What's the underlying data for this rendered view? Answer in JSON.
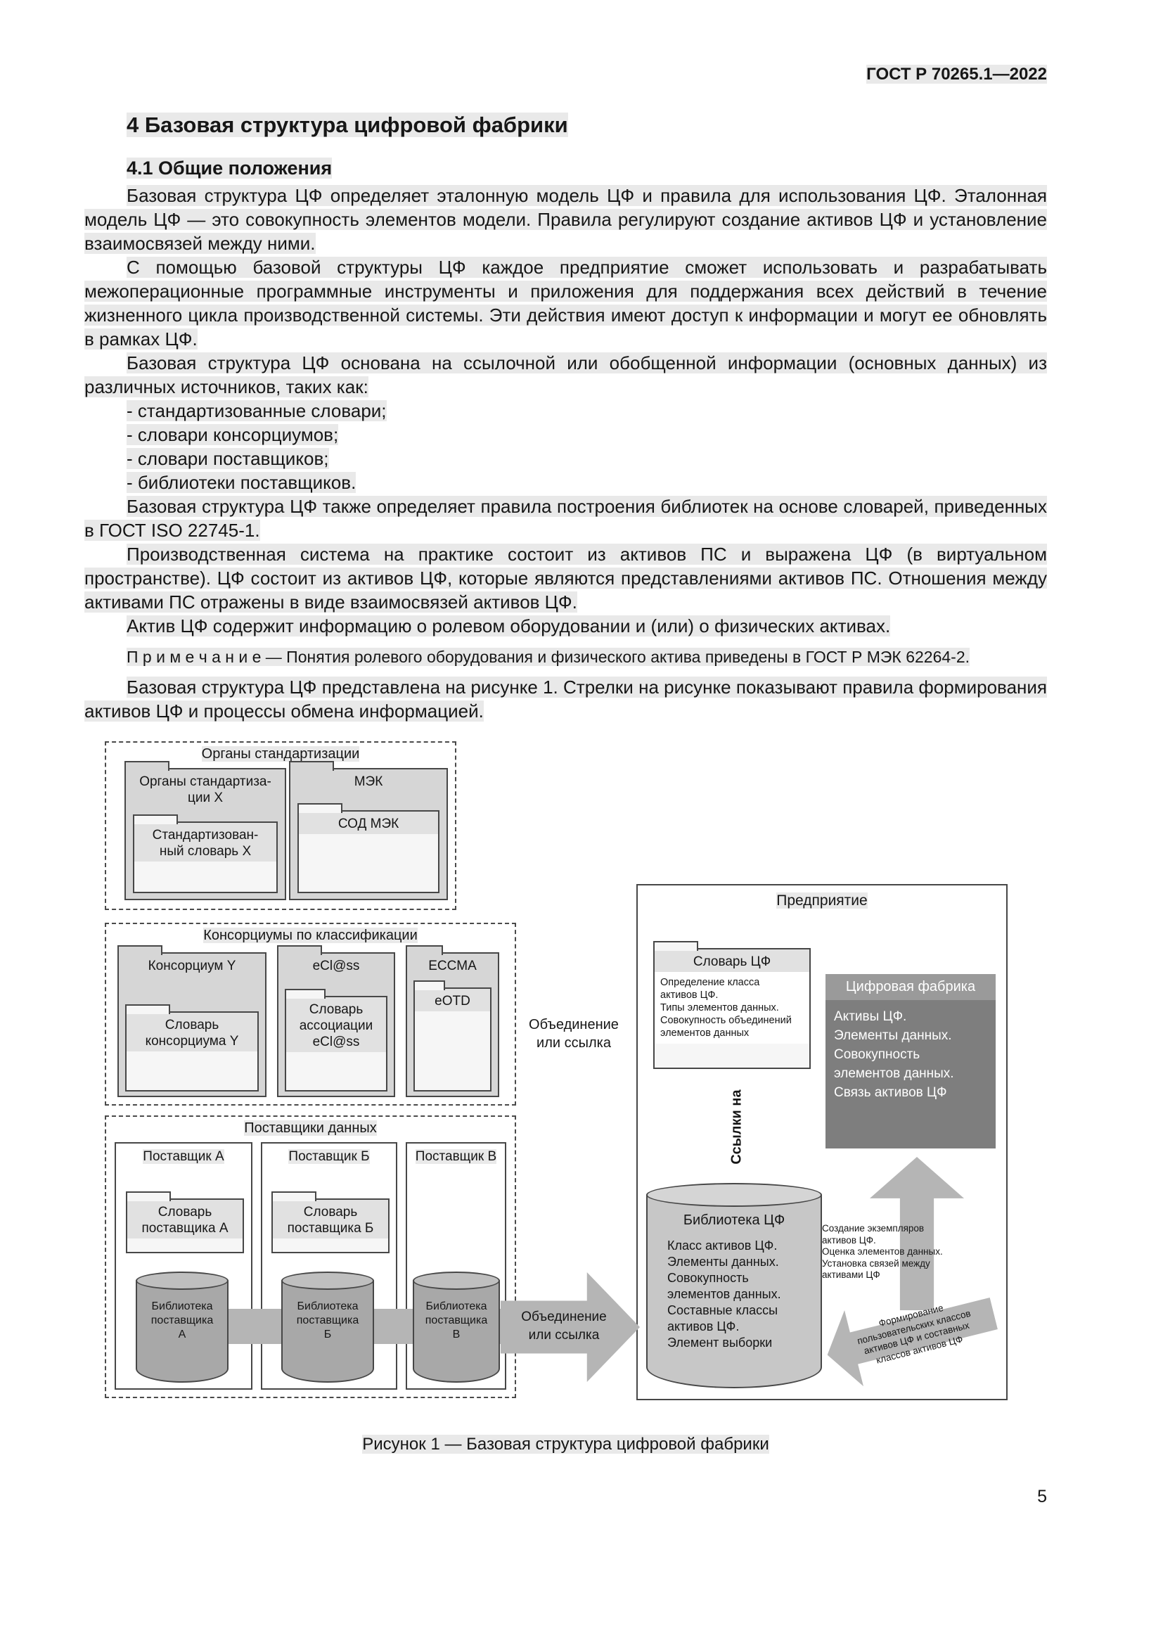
{
  "page": {
    "header": "ГОСТ Р 70265.1—2022",
    "number": "5"
  },
  "doc": {
    "section_title": "4  Базовая структура цифровой фабрики",
    "subsection_title": "4.1  Общие положения",
    "intro": [
      "Базовая структура ЦФ определяет эталонную модель ЦФ и правила для использования ЦФ. Эталонная модель ЦФ — это совокупность элементов модели. Правила регулируют создание активов ЦФ и установление взаимосвязей между ними.",
      "С помощью базовой структуры ЦФ каждое предприятие сможет использовать и разрабатывать межоперационные программные инструменты и приложения для поддержания всех действий в течение жизненного цикла производственной системы. Эти действия имеют доступ к информации и могут ее обновлять в рамках ЦФ.",
      "Базовая структура ЦФ основана на ссылочной или обобщенной информации (основных данных) из различных источников, таких как:"
    ],
    "list": [
      "- стандартизованные словари;",
      "- словари консорциумов;",
      "- словари поставщиков;",
      "- библиотеки поставщиков."
    ],
    "after_list": [
      "Базовая структура ЦФ также определяет правила построения библиотек на основе словарей, приведенных в ГОСТ ISO 22745-1.",
      "Производственная система на практике состоит из активов ПС и выражена ЦФ (в виртуальном пространстве). ЦФ состоит из активов ЦФ, которые являются представлениями активов ПС. Отношения между активами ПС отражены в виде взаимосвязей активов ЦФ.",
      "Актив ЦФ содержит информацию о ролевом оборудовании и (или) о физических активах."
    ],
    "note": "П р и м е ч а н и е  — Понятия ролевого оборудования и физического актива приведены в ГОСТ Р МЭК 62264-2.",
    "final": "Базовая структура ЦФ представлена на рисунке 1. Стрелки на рисунке показывают правила формирования активов ЦФ и процессы обмена информацией."
  },
  "figure": {
    "caption": "Рисунок 1 — Базовая структура цифровой фабрики",
    "merge_label_top": "Объединение\nили ссылка",
    "merge_label_bottom": "Объединение\nили ссылка",
    "standards": {
      "label": "Органы стандартизации",
      "org_x": {
        "title": "Органы стандартиза-\nции X",
        "dict": "Стандартизован-\nный словарь X"
      },
      "iec": {
        "title": "МЭК",
        "dict": "СОД МЭК"
      }
    },
    "consortia": {
      "label": "Консорциумы по классификации",
      "consortium_y": {
        "title": "Консорциум Y",
        "dict": "Словарь\nконсорциума Y"
      },
      "eclass": {
        "title": "eCl@ss",
        "dict": "Словарь\nассоциации\neCl@ss"
      },
      "eccma": {
        "title": "ECCMA",
        "dict": "eOTD"
      }
    },
    "suppliers": {
      "label": "Поставщики данных",
      "a": {
        "title": "Поставщик А",
        "dict": "Словарь\nпоставщика А",
        "library": "Библиотека\nпоставщика\nА"
      },
      "b": {
        "title": "Поставщик Б",
        "dict": "Словарь\nпоставщика Б",
        "library": "Библиотека\nпоставщика\nБ"
      },
      "v": {
        "title": "Поставщик В",
        "library": "Библиотека\nпоставщика\nВ"
      }
    },
    "enterprise": {
      "title": "Предприятие",
      "dictionary": {
        "title": "Словарь ЦФ",
        "body": "Определение класса\nактивов ЦФ.\nТипы элементов данных.\nСовокупность объединений\nэлементов данных"
      },
      "factory": {
        "title": "Цифровая фабрика",
        "body": "Активы ЦФ.\nЭлементы данных.\nСовокупность\nэлементов данных.\nСвязь активов ЦФ"
      },
      "links_label": "Ссылки на",
      "library": {
        "title": "Библиотека ЦФ",
        "body": "Класс активов ЦФ.\nЭлементы данных.\nСовокупность\nэлементов данных.\nСоставные классы\nактивов ЦФ.\nЭлемент выборки"
      },
      "create_note": "Создание экземпляров\nактивов ЦФ.\nОценка элементов данных.\nУстановка связей между\nактивами ЦФ",
      "form_note": "Формирование\nпользовательских классов\nактивов ЦФ и составных\nклассов активов ЦФ"
    }
  }
}
